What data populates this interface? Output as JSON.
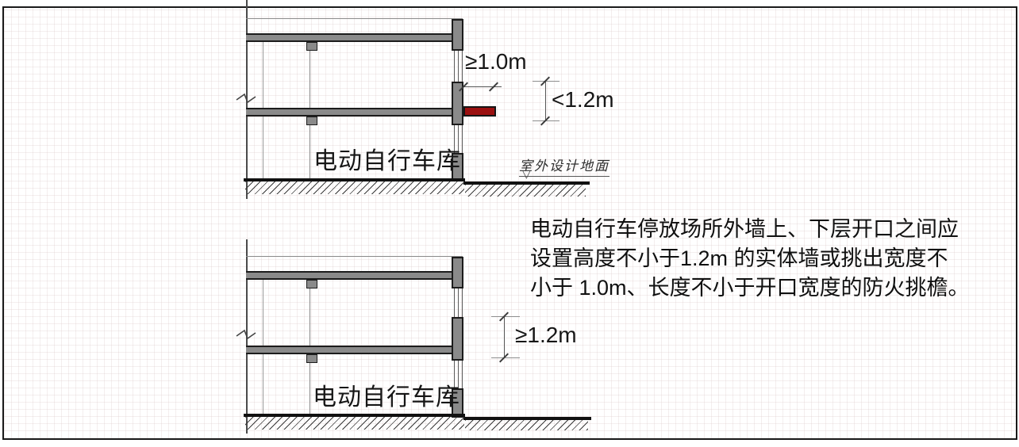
{
  "figure": {
    "subject": "electric-bicycle-garage-exterior-wall-opening-fire-protection-diagram"
  },
  "colors": {
    "wall_fill": "#8a8a8a",
    "outline": "#1c1c1c",
    "fire_canopy": "#9b1010",
    "frame_border": "#1a1a1a"
  },
  "top_diagram": {
    "room_label": "电动自行车库",
    "canopy_width_label": "≥1.0m",
    "opening_gap_label": "<1.2m",
    "ground_label": "室外设计地面",
    "ground_marker": "▽"
  },
  "bottom_diagram": {
    "room_label": "电动自行车库",
    "solid_wall_height_label": "≥1.2m"
  },
  "note": {
    "lines": [
      "电动自行车停放场所外墙上、下层开口之间应",
      "设置高度不小于1.2m 的实体墙或挑出宽度不",
      "小于 1.0m、长度不小于开口宽度的防火挑檐。"
    ]
  }
}
